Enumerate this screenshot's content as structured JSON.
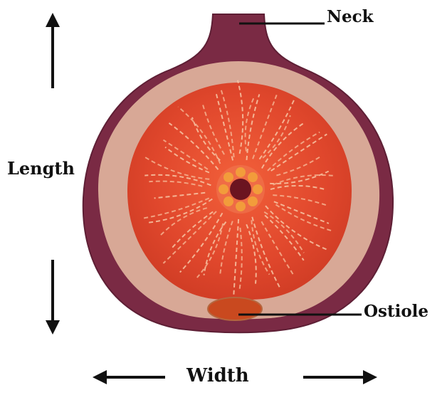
{
  "labels": {
    "neck": "Neck",
    "length": "Length",
    "ostiole": "Ostiole",
    "width": "Width"
  },
  "colors": {
    "skin": "#7a2a44",
    "skin_dark": "#5e1f35",
    "flesh": "#d8a896",
    "pulp": "#e0472c",
    "pulp_light": "#f07a52",
    "seed_strand": "#f4b28f",
    "center": "#6b1420",
    "center_ring": "#f2a23a",
    "ostiole": "#c9491f",
    "ink": "#111111"
  }
}
